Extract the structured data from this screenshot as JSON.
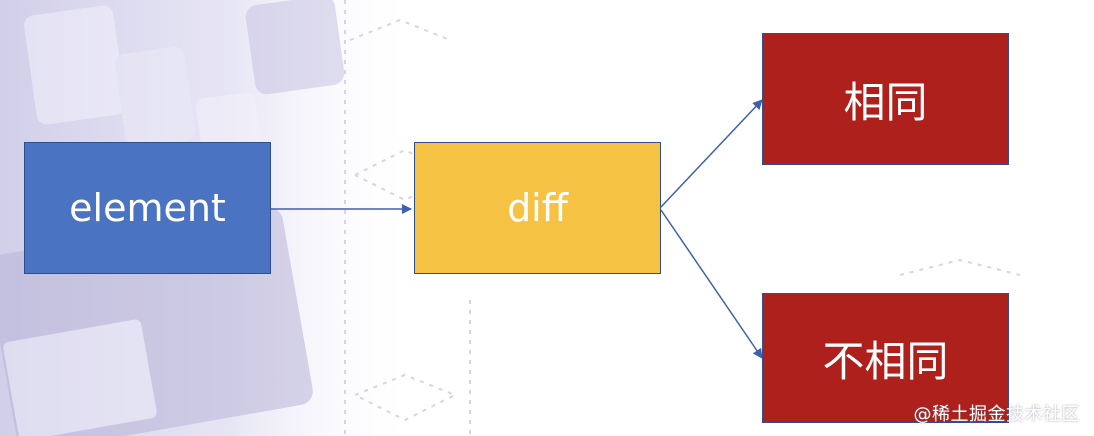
{
  "nodes": {
    "element": "element",
    "diff": "diff",
    "same": "相同",
    "not_same": "不相同"
  },
  "watermark": "@稀土掘金技术社区",
  "colors": {
    "element_fill": "#4a73c1",
    "diff_fill": "#f6c244",
    "result_fill": "#ae201c",
    "border": "#2f4f8c",
    "arrow": "#3f60b0",
    "background_tint": "#d9d7ee"
  },
  "edges": [
    {
      "from": "element",
      "to": "diff"
    },
    {
      "from": "diff",
      "to": "same"
    },
    {
      "from": "diff",
      "to": "not_same"
    }
  ]
}
